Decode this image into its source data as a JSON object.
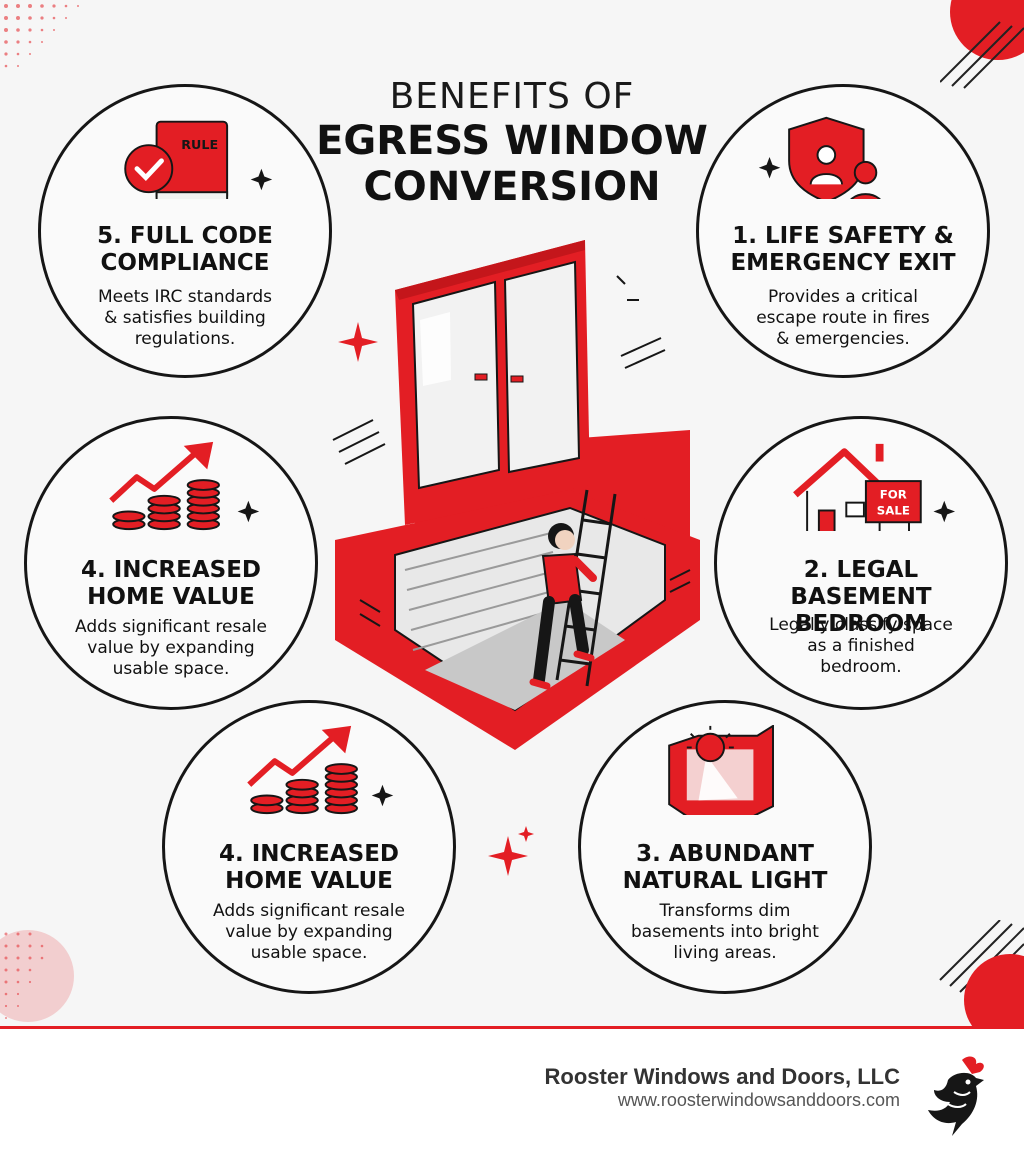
{
  "title": {
    "line1": "BENEFITS OF",
    "line2a": "EGRESS WINDOW",
    "line2b": "CONVERSION"
  },
  "benefits": [
    {
      "title_a": "5. FULL CODE",
      "title_b": "COMPLIANCE",
      "desc_a": "Meets IRC standards",
      "desc_b": "& satisfies building",
      "desc_c": "regulations.",
      "icon": "rule-book-icon",
      "badge": "RULE"
    },
    {
      "title_a": "1. LIFE SAFETY &",
      "title_b": "EMERGENCY EXIT",
      "desc_a": "Provides a critical",
      "desc_b": "escape route in fires",
      "desc_c": "& emergencies.",
      "icon": "safety-shield-icon"
    },
    {
      "title_a": "4. INCREASED",
      "title_b": "HOME VALUE",
      "desc_a": "Adds significant resale",
      "desc_b": "value by expanding",
      "desc_c": "usable space.",
      "icon": "rising-coins-icon"
    },
    {
      "title_a": "2. LEGAL BASEMENT",
      "title_b": "BEDROOM",
      "desc_a": "Legally classify space",
      "desc_b": "as a finished",
      "desc_c": "bedroom.",
      "icon": "house-for-sale-icon",
      "sign_a": "FOR",
      "sign_b": "SALE"
    },
    {
      "title_a": "4. INCREASED",
      "title_b": "HOME VALUE",
      "desc_a": "Adds significant resale",
      "desc_b": "value by expanding",
      "desc_c": "usable space.",
      "icon": "rising-coins-icon"
    },
    {
      "title_a": "3. ABUNDANT",
      "title_b": "NATURAL LIGHT",
      "desc_a": "Transforms dim",
      "desc_b": "basements into bright",
      "desc_c": "living areas.",
      "icon": "sun-window-icon"
    }
  ],
  "footer": {
    "company": "Rooster Windows and Doors, LLC",
    "url": "www.roosterwindowsanddoors.com"
  },
  "colors": {
    "accent": "#e31e24",
    "ink": "#161616",
    "background": "#f6f6f6"
  }
}
